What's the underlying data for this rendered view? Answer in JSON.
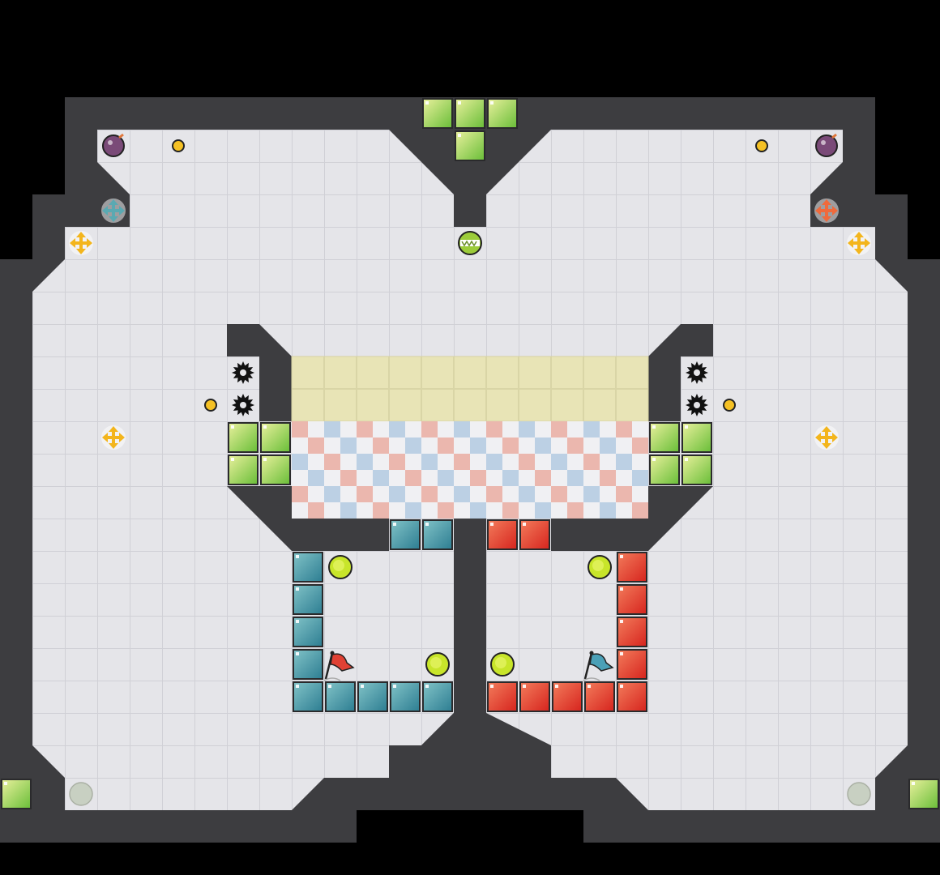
{
  "game": {
    "title": ""
  },
  "colors": {
    "background": "#000000",
    "wall": "#3d3d40",
    "floor": "#e5e5e9",
    "floor_grid": "#cfcfd4",
    "yellow_zone": "#e8e4b6",
    "checker_red": "#e8b0a6",
    "checker_blue": "#b7cbe0",
    "block_green": "#9ccc3a",
    "block_teal": "#3a8f9e",
    "block_red": "#e23b2a",
    "pickup_yellow": "#f3b51c",
    "pickup_teal": "#5aa9b2",
    "pickup_orange": "#ef6a3c",
    "bomb_purple": "#7a4a78",
    "coin_gold": "#f5c124",
    "goal_lime": "#c8e52a",
    "spawn_pad": "#c8d0c2",
    "flag_red": "#e04134",
    "flag_blue": "#4aa0b7"
  },
  "entities": {
    "green_blocks": "block-green",
    "teal_blocks": "block-teal",
    "red_blocks": "block-red",
    "sawblades": "sawblade-icon",
    "bombs": "bomb-icon",
    "coins": "coin-icon",
    "pickups": "directional-arrows-icon",
    "goal_orbs": "goal-orb-icon",
    "spawn_pads": "spawn-pad",
    "red_flag": "red-flag-icon",
    "blue_flag": "blue-flag-icon",
    "center_ball": "striped-ball-icon"
  }
}
